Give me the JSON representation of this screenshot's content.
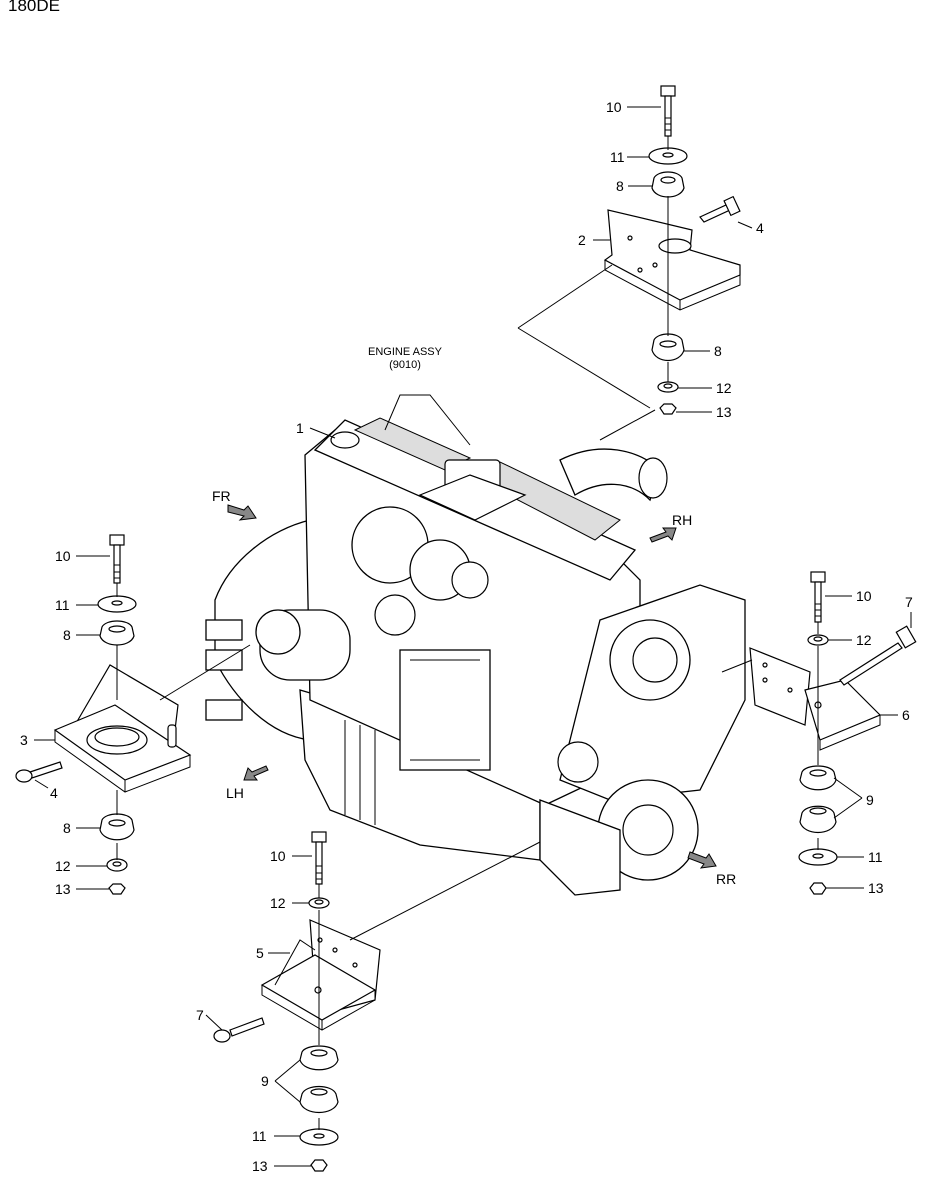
{
  "header": {
    "model": "180DE"
  },
  "engine": {
    "label_line1": "ENGINE ASSY",
    "label_line2": "(9010)"
  },
  "directions": {
    "fr": "FR",
    "rh": "RH",
    "lh": "LH",
    "rr": "RR"
  },
  "callouts": {
    "c1": "1",
    "c2": "2",
    "c3": "3",
    "c4a": "4",
    "c4b": "4",
    "c5": "5",
    "c6": "6",
    "c7a": "7",
    "c7b": "7",
    "c8a": "8",
    "c8b": "8",
    "c8c": "8",
    "c8d": "8",
    "c9a": "9",
    "c9b": "9",
    "c10a": "10",
    "c10b": "10",
    "c10c": "10",
    "c10d": "10",
    "c11a": "11",
    "c11b": "11",
    "c11c": "11",
    "c11d": "11",
    "c12a": "12",
    "c12b": "12",
    "c12c": "12",
    "c12d": "12",
    "c13a": "13",
    "c13b": "13",
    "c13c": "13",
    "c13d": "13"
  }
}
